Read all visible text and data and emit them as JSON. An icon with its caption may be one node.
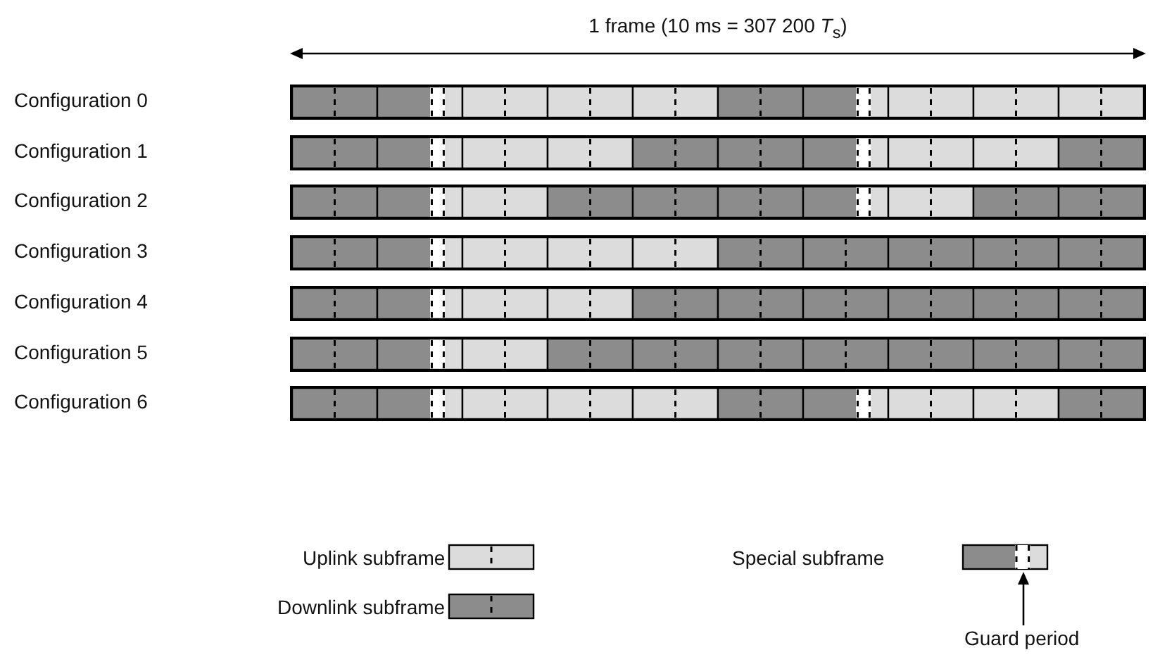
{
  "diagram": {
    "nodes": [
      {
        "text": [
          "Guard period"
        ]
      },
      {
        "text": [],
        "shape": "box"
      }
    ],
    "edges": [
      {
        "from": 0,
        "to": 1,
        "arrow": "to"
      }
    ],
    "labels": [
      "1 frame (10 ms = 307 200 *T*$_{s}$)",
      "Configuration 0",
      "Configuration 1",
      "Configuration 2",
      "Configuration 3",
      "Configuration 4",
      "Configuration 5",
      "Configuration 6"
    ],
    "legend": [
      {
        "text": "Uplink subframe",
        "color": "#dcdcdc"
      },
      {
        "text": "Downlink subframe",
        "color": "#8c8c8c"
      },
      {
        "text": "Special subframe"
      }
    ]
  }
}
